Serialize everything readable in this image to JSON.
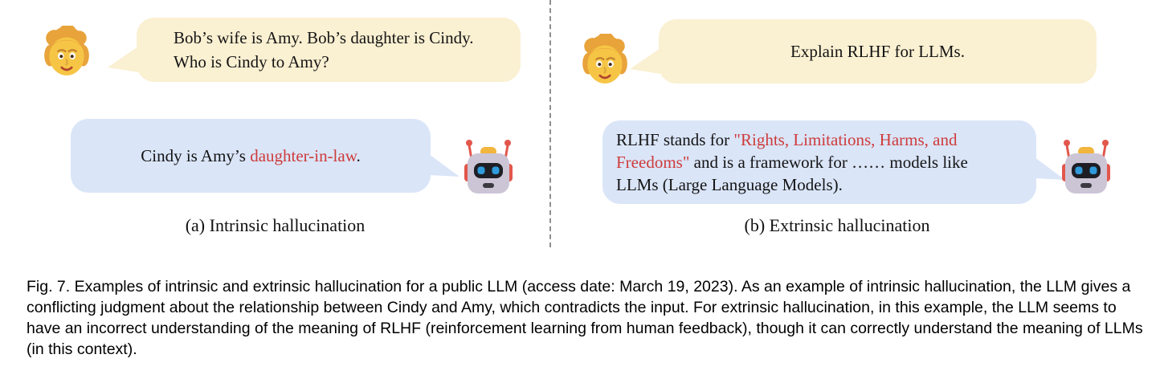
{
  "panel_a": {
    "caption": "(a) Intrinsic hallucination",
    "user_bubble": {
      "text": "Bob’s wife is Amy. Bob’s daughter is Cindy.\nWho is Cindy to Amy?"
    },
    "bot_bubble": {
      "prefix": "Cindy is Amy’s ",
      "highlight": "daughter-in-law",
      "suffix": "."
    }
  },
  "panel_b": {
    "caption": "(b) Extrinsic hallucination",
    "user_bubble": {
      "text": "Explain RLHF for LLMs."
    },
    "bot_bubble": {
      "prefix": "RLHF stands for ",
      "highlight": "\"Rights, Limitations, Harms, and Freedoms\"",
      "suffix": " and is a framework for …… models like LLMs (Large Language Models)."
    }
  },
  "figure_caption": "Fig. 7. Examples of intrinsic and extrinsic hallucination for a public LLM (access date: March 19, 2023). As an example of intrinsic hallucination, the LLM gives a conflicting judgment about the relationship between Cindy and Amy, which contradicts the input. For extrinsic hallucination, in this example, the LLM seems to have an incorrect understanding of the meaning of RLHF (reinforcement learning from human feedback), though it can correctly understand the meaning of LLMs (in this context).",
  "icons": {
    "user_avatar": "person-emoji",
    "bot_avatar": "robot-emoji"
  },
  "colors": {
    "user_bubble_bg": "#FAF0D2",
    "bot_bubble_bg": "#DAE5F8",
    "hallucination_text": "#CE3B3B",
    "divider": "#8F8F8F"
  }
}
